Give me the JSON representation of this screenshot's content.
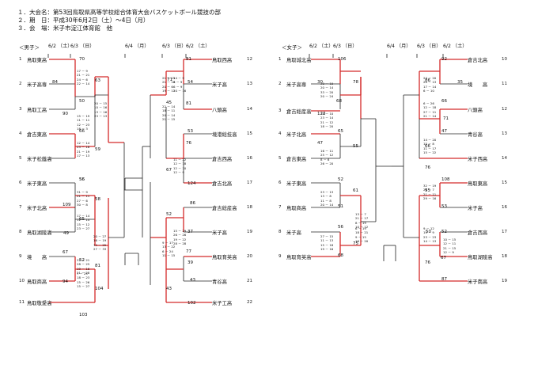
{
  "header": {
    "line1": "１．大会名：第53回鳥取県高等学校総合体育大会バスケットボール競技の部",
    "line2": "２．期　日：平成30年6月2日（土）～4日（月）",
    "line3": "３．会　場：米子市淀江体育館　他"
  },
  "boys": {
    "label": "＜男子＞",
    "dates": [
      "6/2\n（土）",
      "6/3\n（日）",
      "6/4\n（月）",
      "6/3\n（日）",
      "6/2\n（土）"
    ],
    "teams": [
      {
        "no": "1",
        "name": "鳥取東高"
      },
      {
        "no": "2",
        "name": "米子高専"
      },
      {
        "no": "3",
        "name": "鳥取工高"
      },
      {
        "no": "4",
        "name": "倉吉東高"
      },
      {
        "no": "5",
        "name": "米子松蔭高"
      },
      {
        "no": "6",
        "name": "米子東高"
      },
      {
        "no": "7",
        "name": "米子北高"
      },
      {
        "no": "8",
        "name": "鳥取湖陵高"
      },
      {
        "no": "9",
        "name": "境　　高"
      },
      {
        "no": "10",
        "name": "鳥取商高"
      },
      {
        "no": "11",
        "name": "鳥取敬愛高"
      },
      {
        "no": "12",
        "name": "鳥取西高"
      },
      {
        "no": "13",
        "name": "米子高"
      },
      {
        "no": "14",
        "name": "八頭高"
      },
      {
        "no": "15",
        "name": "境港総技高"
      },
      {
        "no": "16",
        "name": "倉吉西高"
      },
      {
        "no": "17",
        "name": "倉吉北高"
      },
      {
        "no": "18",
        "name": "倉吉総産高"
      },
      {
        "no": "19",
        "name": "米子高"
      },
      {
        "no": "20",
        "name": "鳥取育英高"
      },
      {
        "no": "21",
        "name": "青谷高"
      },
      {
        "no": "22",
        "name": "米子工高"
      }
    ],
    "scores": [
      {
        "v": "70"
      },
      {
        "v": "84"
      },
      {
        "v": "50"
      },
      {
        "v": "90"
      },
      {
        "v": "63"
      },
      {
        "v": "66"
      },
      {
        "v": "56"
      },
      {
        "v": "59"
      },
      {
        "v": "56"
      },
      {
        "v": "109"
      },
      {
        "v": "65"
      },
      {
        "v": "49"
      },
      {
        "v": "58"
      },
      {
        "v": "67"
      },
      {
        "v": "52"
      },
      {
        "v": "81"
      },
      {
        "v": "94"
      },
      {
        "v": "103"
      },
      {
        "v": "104"
      },
      {
        "v": "81"
      },
      {
        "v": "71"
      },
      {
        "v": "54"
      },
      {
        "v": "45"
      },
      {
        "v": "81"
      },
      {
        "v": "53"
      },
      {
        "v": "76"
      },
      {
        "v": "67"
      },
      {
        "v": "124"
      },
      {
        "v": "86"
      },
      {
        "v": "52"
      },
      {
        "v": "37"
      },
      {
        "v": "77"
      },
      {
        "v": "39"
      },
      {
        "v": "43"
      },
      {
        "v": "43"
      },
      {
        "v": "102"
      }
    ],
    "quarters": [
      "17 － 9\n21 － 21\n24 － 6\n22 － 14",
      "20 － 15\n10 － 16\n13 － 16\n23 － 13",
      "15 － 19\n11 － 11\n12 － 23\n18 － 3",
      "12 － 14\n23 － 18\n21 － 19\n17 － 13",
      "31 － 9\n21 － 11\n27 － 6\n30 － 8",
      "17 － 14\n11 － 14\n15 － 12\n23 － 27",
      "20 － 27\n16 － 19\n13 － 25\n27 － 33",
      "22 － 21\n28 － 25\n19 － 16\n21 － 28",
      "7 － 25\n18 － 23\n15 － 26\n15 － 27",
      "21 － 15\n21 － 13\n20 － 6\n19 － 11",
      "22 － 14\n18 － 11\n20 － 14\n21 － 15",
      "14 － 9\n6 － 9\n6 － 9\n20 － 16",
      "11 － 22\n12 － 18\n12 － 10\n12 － 9",
      "15 － 29\n26 － 26\n19 － 22\n28 － 28",
      "9 － 17\n13 － 22\n6 － 24\n11 － 15"
    ]
  },
  "girls": {
    "label": "＜女子＞",
    "dates": [
      "6/2\n（土）",
      "6/3\n（日）",
      "6/4\n（月）",
      "6/3\n（日）",
      "6/2\n（土）"
    ],
    "teams": [
      {
        "no": "1",
        "name": "鳥取城北高"
      },
      {
        "no": "2",
        "name": "米子高専"
      },
      {
        "no": "3",
        "name": "倉吉総産高"
      },
      {
        "no": "4",
        "name": "米子北高"
      },
      {
        "no": "5",
        "name": "倉吉東高"
      },
      {
        "no": "6",
        "name": "米子東高"
      },
      {
        "no": "7",
        "name": "鳥取商高"
      },
      {
        "no": "8",
        "name": "米子高"
      },
      {
        "no": "9",
        "name": "鳥取育英高"
      },
      {
        "no": "10",
        "name": "倉吉北高"
      },
      {
        "no": "11",
        "name": "境　　高"
      },
      {
        "no": "12",
        "name": "八頭高"
      },
      {
        "no": "13",
        "name": "青谷高"
      },
      {
        "no": "14",
        "name": "米子西高"
      },
      {
        "no": "15",
        "name": "鳥取東高"
      },
      {
        "no": "16",
        "name": "米子高"
      },
      {
        "no": "17",
        "name": "倉吉西高"
      },
      {
        "no": "18",
        "name": "鳥取湖陵高"
      },
      {
        "no": "19",
        "name": "米子南高"
      }
    ],
    "scores": [
      {
        "v": "106"
      },
      {
        "v": "30"
      },
      {
        "v": "68"
      },
      {
        "v": "78"
      },
      {
        "v": "123"
      },
      {
        "v": "65"
      },
      {
        "v": "47"
      },
      {
        "v": "55"
      },
      {
        "v": "52"
      },
      {
        "v": "61"
      },
      {
        "v": "51"
      },
      {
        "v": "56"
      },
      {
        "v": "75"
      },
      {
        "v": "68"
      },
      {
        "v": "92"
      },
      {
        "v": "86"
      },
      {
        "v": "35"
      },
      {
        "v": "66"
      },
      {
        "v": "71"
      },
      {
        "v": "47"
      },
      {
        "v": "66"
      },
      {
        "v": "76"
      },
      {
        "v": "108"
      },
      {
        "v": "55"
      },
      {
        "v": "53"
      },
      {
        "v": "50"
      },
      {
        "v": "52"
      },
      {
        "v": "67"
      },
      {
        "v": "76"
      },
      {
        "v": "87"
      }
    ],
    "quarters": [
      "30 － 10\n20 － 14\n33 － 20\n20 － 24",
      "16 － 10\n23 － 14\n21 － 12\n18 － 20",
      "16 － 11\n25 － 12\n8 － 6\n26 － 20",
      "23 － 13\n13 － 8\n11 － 8\n20 － 14",
      "13 － 7\n21 － 17\n8 － 19\n10 － 12",
      "27 － 15\n11 － 13\n15 － 18\n19 － 16",
      "6 － 19\n18 － 21\n9 － 15\n16 － 20",
      "23 － 20\n20 － 13\n17 － 14\n6 － 10",
      "6 － 26\n12 － 18\n27 － 11\n21 － 14",
      "14 － 20\n15 － 8\n11 － 17\n15 － 22",
      "32 － 19\n26 － 7\n21 － 11\n29 － 16",
      "9 － 12\n15 － 9\n23 － 23\n14 － 13",
      "10 － 15\n12 － 11\n21 － 15\n12 － 9"
    ]
  },
  "colors": {
    "winner": "#d42a2a",
    "line": "#222222"
  }
}
